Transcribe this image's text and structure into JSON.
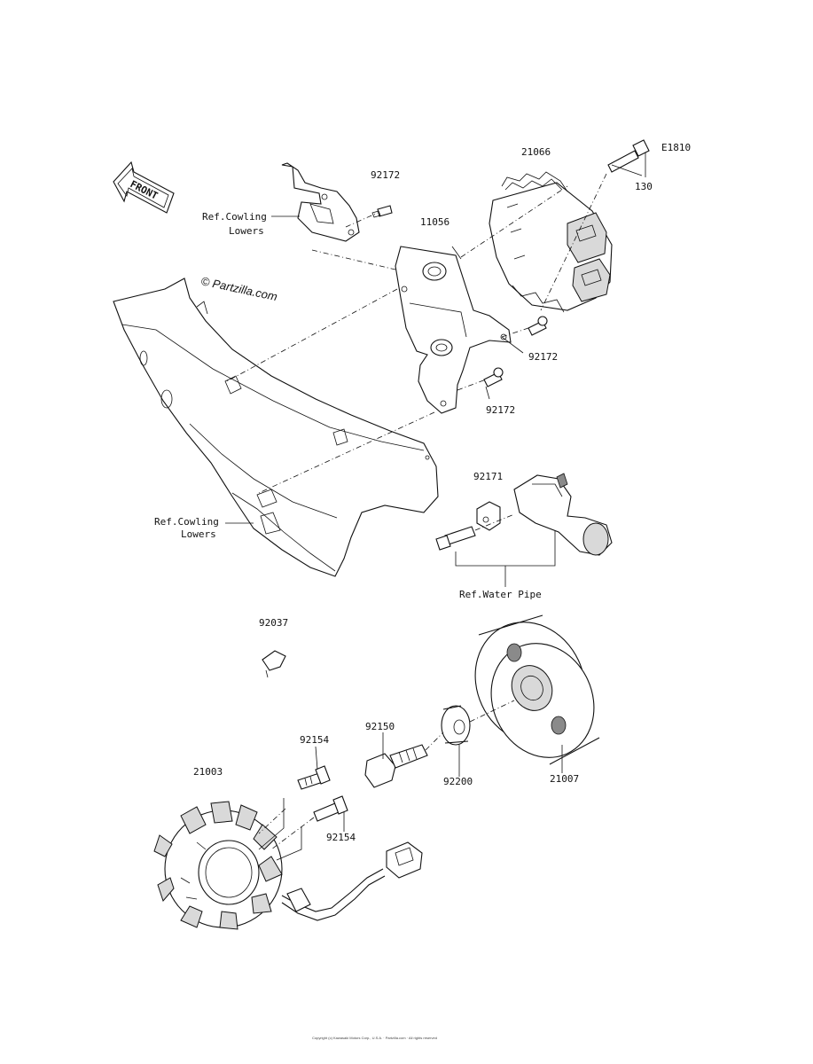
{
  "diagram": {
    "watermark": "© Partzilla.com",
    "front_arrow": "FRONT",
    "copyright": "Copyright (c) Kawasaki Motors Corp., U.S.A. · Partzilla.com · All rights reserved",
    "labels": {
      "p92172_top": "92172",
      "p21066": "21066",
      "pE1810": "E1810",
      "p130": "130",
      "p11056": "11056",
      "p92172_mid": "92172",
      "p92172_low": "92172",
      "p92171": "92171",
      "p92037": "92037",
      "p92150": "92150",
      "p92154_top": "92154",
      "p92154_low": "92154",
      "p21003": "21003",
      "p92200": "92200",
      "p21007": "21007"
    },
    "refs": {
      "cowling_top_1": "Ref.Cowling",
      "cowling_top_2": "Lowers",
      "cowling_low_1": "Ref.Cowling",
      "cowling_low_2": "Lowers",
      "water_pipe": "Ref.Water Pipe"
    }
  }
}
